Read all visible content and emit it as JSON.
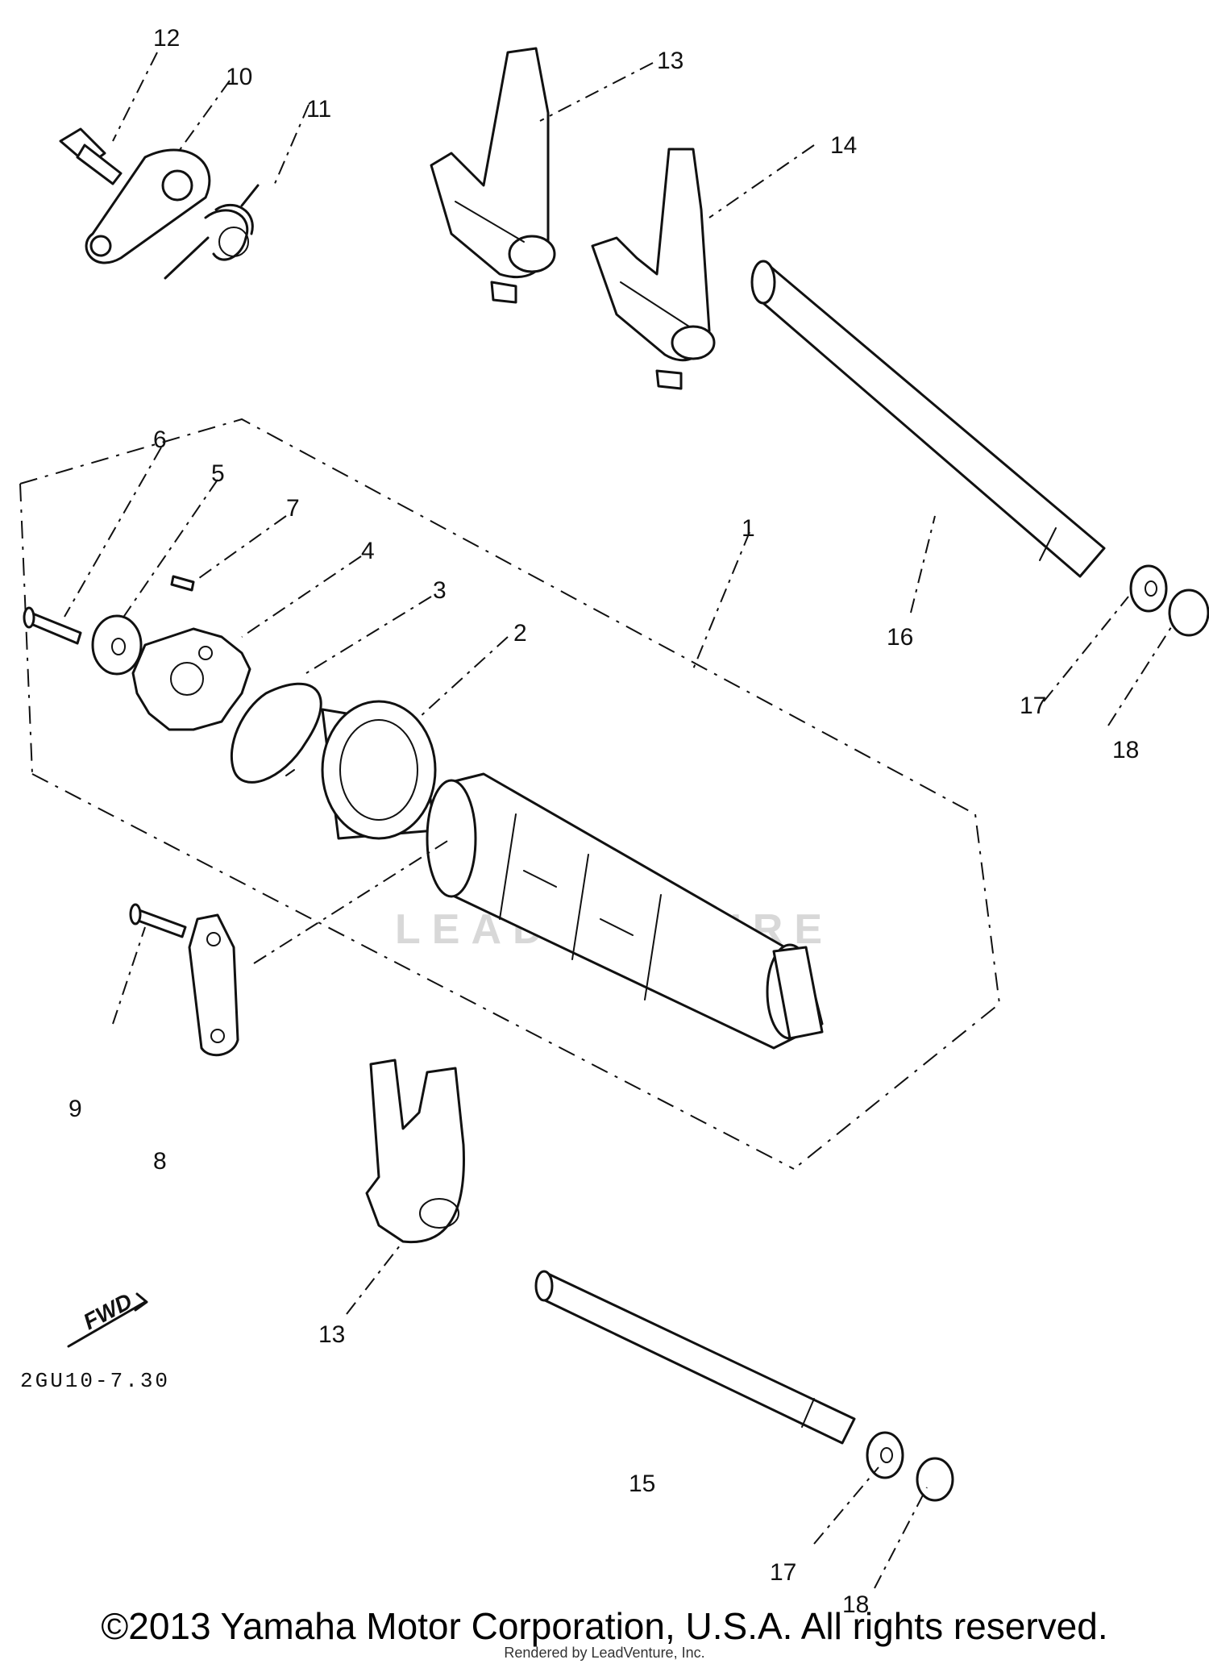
{
  "callouts": {
    "c1": "1",
    "c2": "2",
    "c3": "3",
    "c4": "4",
    "c5": "5",
    "c6": "6",
    "c7": "7",
    "c8": "8",
    "c9": "9",
    "c10": "10",
    "c11": "11",
    "c12": "12",
    "c13a": "13",
    "c13b": "13",
    "c14": "14",
    "c15": "15",
    "c16": "16",
    "c17a": "17",
    "c17b": "17",
    "c18a": "18",
    "c18b": "18"
  },
  "fwd_label": "FWD",
  "drawing_code": "2GU10-7.30",
  "watermark": "LEADVENTURE",
  "copyright": "©2013 Yamaha Motor Corporation, U.S.A. All rights reserved.",
  "rendered_by": "Rendered by LeadVenture, Inc."
}
